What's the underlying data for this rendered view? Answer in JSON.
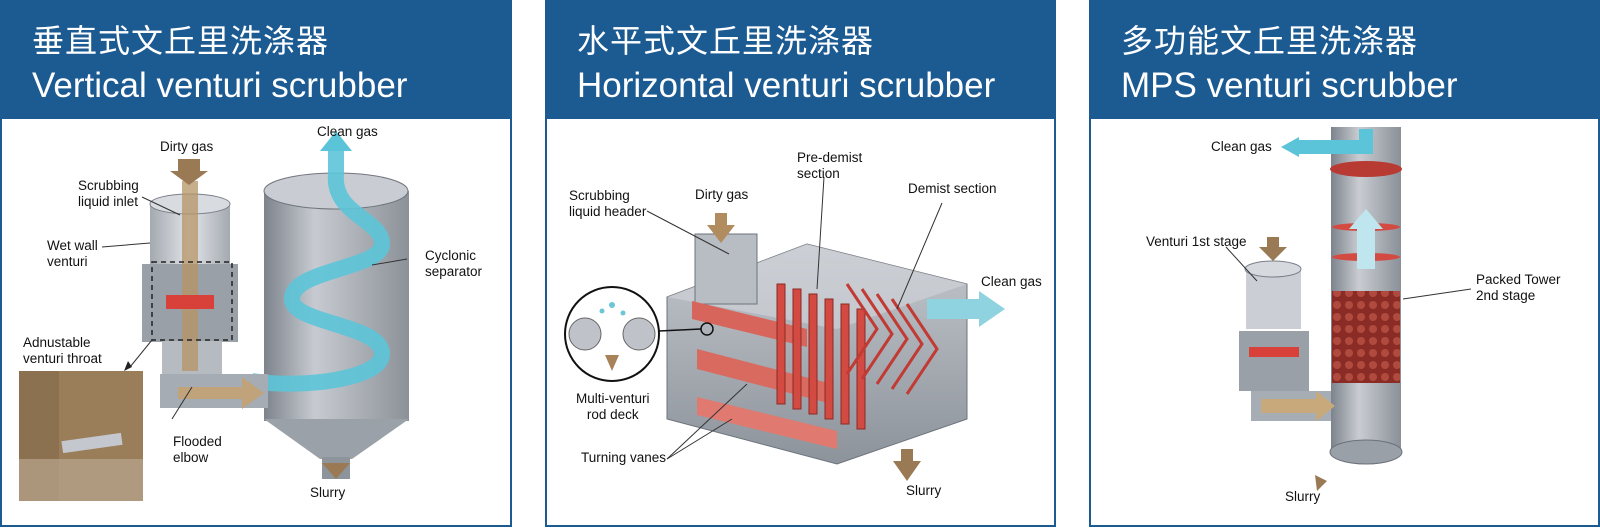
{
  "panels": [
    {
      "title_cn": "垂直式文丘里洗涤器",
      "title_en": "Vertical venturi scrubber",
      "labels": {
        "dirty_gas": "Dirty gas",
        "clean_gas": "Clean gas",
        "scrubbing_liquid_inlet": [
          "Scrubbing",
          "liquid inlet"
        ],
        "wet_wall_venturi": [
          "Wet wall",
          "venturi"
        ],
        "cyclonic_separator": [
          "Cyclonic",
          "separator"
        ],
        "adjustable_venturi_throat": [
          "Adnustable",
          "venturi throat"
        ],
        "flooded_elbow": [
          "Flooded",
          "elbow"
        ],
        "slurry": "Slurry"
      }
    },
    {
      "title_cn": "水平式文丘里洗涤器",
      "title_en": "Horizontal venturi scrubber",
      "labels": {
        "pre_demist_section": [
          "Pre-demist",
          "section"
        ],
        "demist_section": "Demist section",
        "scrubbing_liquid_header": [
          "Scrubbing",
          "liquid header"
        ],
        "dirty_gas": "Dirty gas",
        "clean_gas": "Clean gas",
        "multi_venturi_rod_deck": [
          "Multi-venturi",
          "rod deck"
        ],
        "turning_vanes": "Turning vanes",
        "slurry": "Slurry"
      }
    },
    {
      "title_cn": "多功能文丘里洗涤器",
      "title_en": "MPS venturi scrubber",
      "labels": {
        "clean_gas": "Clean gas",
        "venturi_1st_stage": "Venturi 1st stage",
        "packed_tower_2nd_stage": [
          "Packed Tower",
          "2nd stage"
        ],
        "slurry": "Slurry"
      }
    }
  ],
  "colors": {
    "header_blue": "#1c5a92",
    "gas_arrow_brown": "#9a7a55",
    "clean_gas_cyan": "#5cc4d8",
    "throat_red": "#d8413a",
    "vessel_gray": "#a9aeb6"
  }
}
